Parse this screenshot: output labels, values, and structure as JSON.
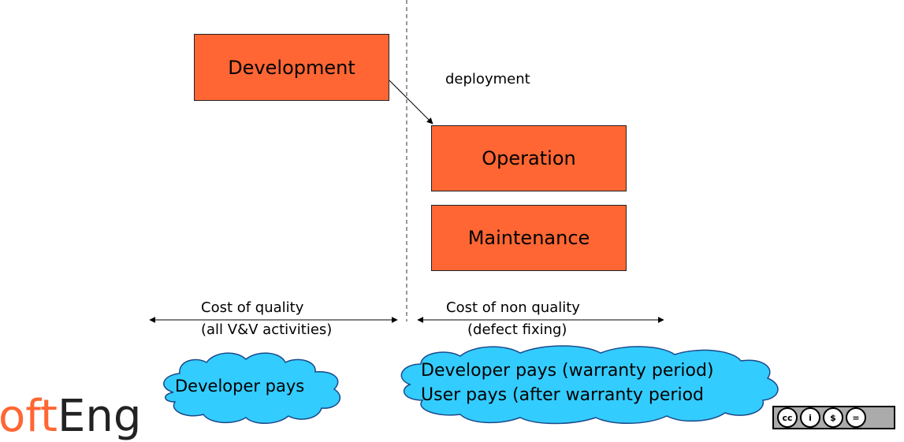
{
  "boxes": {
    "development": "Development",
    "operation": "Operation",
    "maintenance": "Maintenance"
  },
  "deployment_label": "deployment",
  "cost_of_quality": {
    "line1": "Cost of quality",
    "line2": "(all V&V activities)"
  },
  "cost_of_non_quality": {
    "line1": "Cost of non quality",
    "line2": "(defect fixing)"
  },
  "clouds": {
    "developer_pays": "Developer pays",
    "warranty_line1": "Developer pays (warranty period)",
    "warranty_line2": "User pays (after warranty period"
  },
  "logo": {
    "part1": "oft",
    "part2": "Eng"
  },
  "license": {
    "icons": [
      "cc-icon",
      "attribution-icon",
      "noncommercial-icon",
      "noderivatives-icon"
    ],
    "glyphs": [
      "cc",
      "i",
      "$",
      "="
    ]
  },
  "colors": {
    "box_fill": "#ff6633",
    "cloud_fill": "#33ccff",
    "license_bg": "#ababab"
  }
}
